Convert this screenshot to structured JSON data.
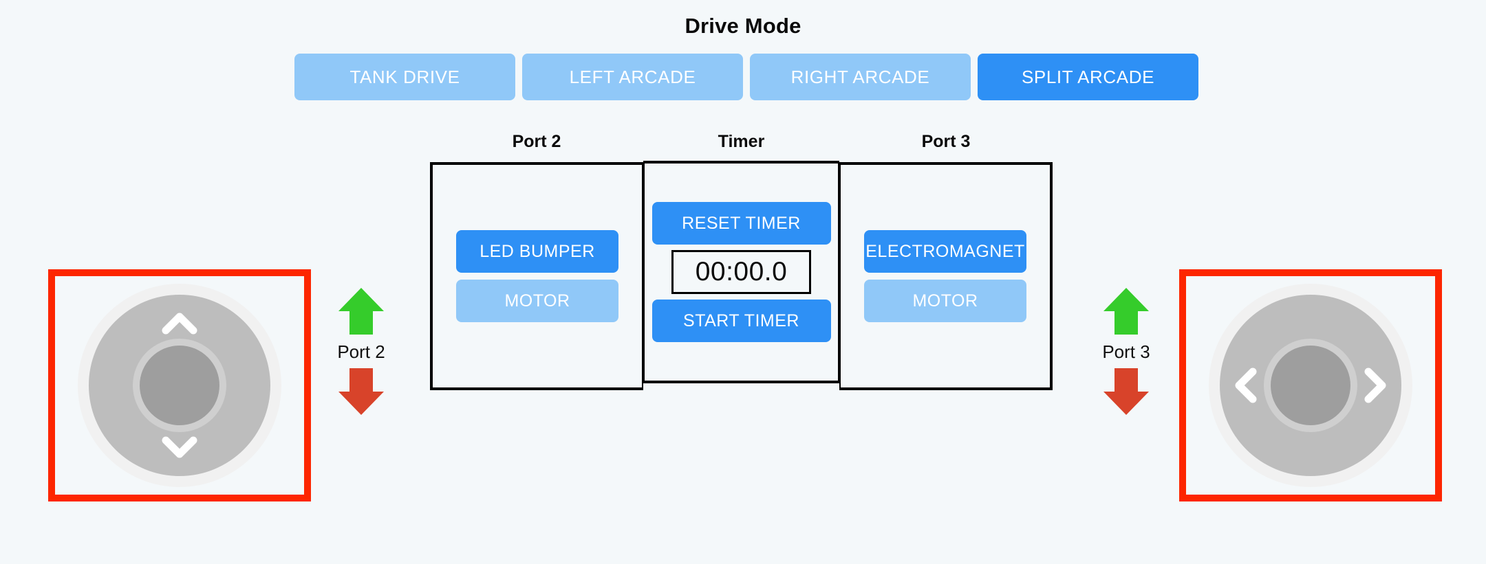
{
  "drive_mode": {
    "title": "Drive Mode",
    "options": [
      {
        "label": "TANK DRIVE",
        "active": false
      },
      {
        "label": "LEFT ARCADE",
        "active": false
      },
      {
        "label": "RIGHT ARCADE",
        "active": false
      },
      {
        "label": "SPLIT ARCADE",
        "active": true
      }
    ]
  },
  "panel": {
    "port2": {
      "title": "Port 2",
      "buttons": [
        {
          "label": "LED BUMPER",
          "state": "on"
        },
        {
          "label": "MOTOR",
          "state": "off"
        }
      ]
    },
    "timer": {
      "title": "Timer",
      "reset_label": "RESET TIMER",
      "start_label": "START TIMER",
      "display": "00:00.0"
    },
    "port3": {
      "title": "Port 3",
      "buttons": [
        {
          "label": "ELECTROMAGNET",
          "state": "on"
        },
        {
          "label": "MOTOR",
          "state": "off"
        }
      ]
    }
  },
  "joysticks": {
    "left": {
      "axis": "vertical",
      "up_icon": "chevron-up-icon",
      "down_icon": "chevron-down-icon"
    },
    "right": {
      "axis": "horizontal",
      "left_icon": "chevron-left-icon",
      "right_icon": "chevron-right-icon"
    }
  },
  "port_arrows": [
    {
      "label": "Port 2",
      "up_icon": "arrow-up-icon",
      "down_icon": "arrow-down-icon"
    },
    {
      "label": "Port 3",
      "up_icon": "arrow-up-icon",
      "down_icon": "arrow-down-icon"
    }
  ],
  "colors": {
    "background": "#f4f8fa",
    "accent_active": "#2e90f5",
    "accent_muted": "#90c8f8",
    "panel_border": "#000000",
    "joystick_frame": "#fd2600",
    "arrow_up": "#35cc2b",
    "arrow_down": "#d8432a",
    "text_dark": "#0a0a0a"
  }
}
